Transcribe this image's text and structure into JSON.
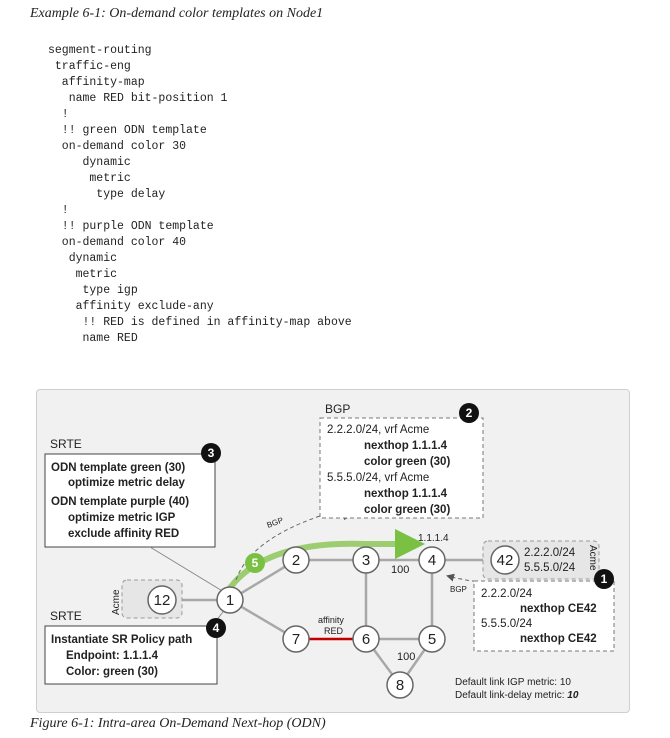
{
  "example_caption": "Example 6-1: On-demand color templates on Node1",
  "code_lines": [
    "segment-routing",
    " traffic-eng",
    "  affinity-map",
    "   name RED bit-position 1",
    "  !",
    "  !! green ODN template",
    "  on-demand color 30",
    "     dynamic",
    "      metric",
    "       type delay",
    "  !",
    "  !! purple ODN template",
    "  on-demand color 40",
    "   dynamic",
    "    metric",
    "     type igp",
    "    affinity exclude-any",
    "     !! RED is defined in affinity-map above",
    "     name RED"
  ],
  "figure_caption": "Figure 6-1: Intra-area On-Demand Next-hop (ODN)",
  "diagram": {
    "nodes": [
      "1",
      "2",
      "3",
      "4",
      "5",
      "6",
      "7",
      "8",
      "12",
      "42"
    ],
    "badges": [
      "2",
      "3",
      "4",
      "1",
      "5"
    ],
    "labels": {
      "bgp_title": "BGP",
      "srte_top": "SRTE",
      "srte_bottom": "SRTE",
      "acme_left": "Acme",
      "acme_right": "Acme",
      "bgp_arrow": "BGP",
      "bgp_small": "BGP",
      "addr_1114": "1.1.1.4",
      "metric_100_a": "100",
      "metric_100_b": "100",
      "affinity": "affinity",
      "red": "RED"
    },
    "bgp_box": [
      "2.2.2.0/24, vrf Acme",
      "nexthop 1.1.1.4",
      "color green (30)",
      "5.5.5.0/24, vrf Acme",
      "nexthop 1.1.1.4",
      "color green (30)"
    ],
    "odn_box": [
      "ODN template green (30)",
      "optimize metric delay",
      "ODN template purple (40)",
      "optimize metric IGP",
      "exclude affinity RED"
    ],
    "policy_box": [
      "Instantiate SR Policy path",
      "Endpoint:  1.1.1.4",
      "Color: green (30)"
    ],
    "prefix_box": [
      "2.2.2.0/24",
      "5.5.5.0/24"
    ],
    "nexthop_box": [
      "2.2.2.0/24",
      "nexthop CE42",
      "5.5.5.0/24",
      "nexthop CE42"
    ],
    "defaults": {
      "igp": "Default link IGP metric: 10",
      "delay_prefix": "Default link-delay metric: ",
      "delay_value": "10"
    }
  }
}
